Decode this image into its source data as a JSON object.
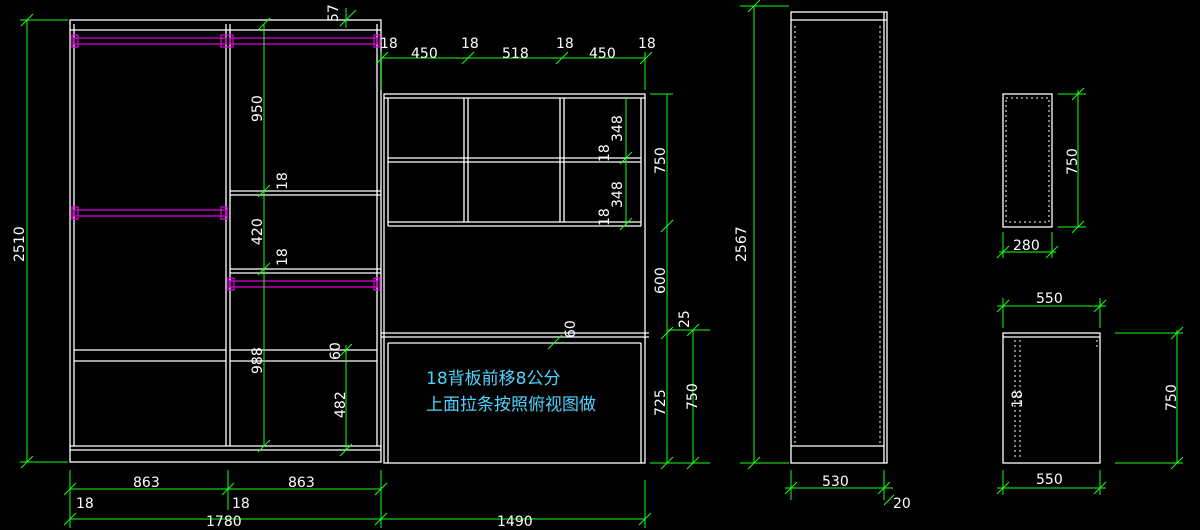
{
  "dimensions": {
    "d57": "57",
    "d18_top": "18",
    "d450_a": "450",
    "d18_b": "18",
    "d518": "518",
    "d18_c": "18",
    "d450_b": "450",
    "d18_d": "18",
    "d950": "950",
    "d18_mid1": "18",
    "d420": "420",
    "d18_mid2": "18",
    "d988": "988",
    "d60_left": "60",
    "d482": "482",
    "d2510": "2510",
    "d348_a": "348",
    "d18_right1": "18",
    "d348_b": "348",
    "d18_right2": "18",
    "d750_top": "750",
    "d600": "600",
    "d60_center": "60",
    "d25": "25",
    "d725": "725",
    "d750_mid": "750",
    "d863_a": "863",
    "d863_b": "863",
    "d18_bot_a": "18",
    "d18_bot_b": "18",
    "d1780": "1780",
    "d1490": "1490",
    "d2567": "2567",
    "d530": "530",
    "d20": "20",
    "d750_small": "750",
    "d280": "280",
    "d550_top": "550",
    "d750_lower": "750",
    "d550_bot": "550",
    "d18_small": "18"
  },
  "notes": {
    "line1": "18背板前移8公分",
    "line2": "上面拉条按照俯视图做"
  },
  "colors": {
    "background": "#000000",
    "outline": "#ffffff",
    "dimension": "#19ff19",
    "rail": "#d400d4",
    "note": "#4fd3ff"
  }
}
